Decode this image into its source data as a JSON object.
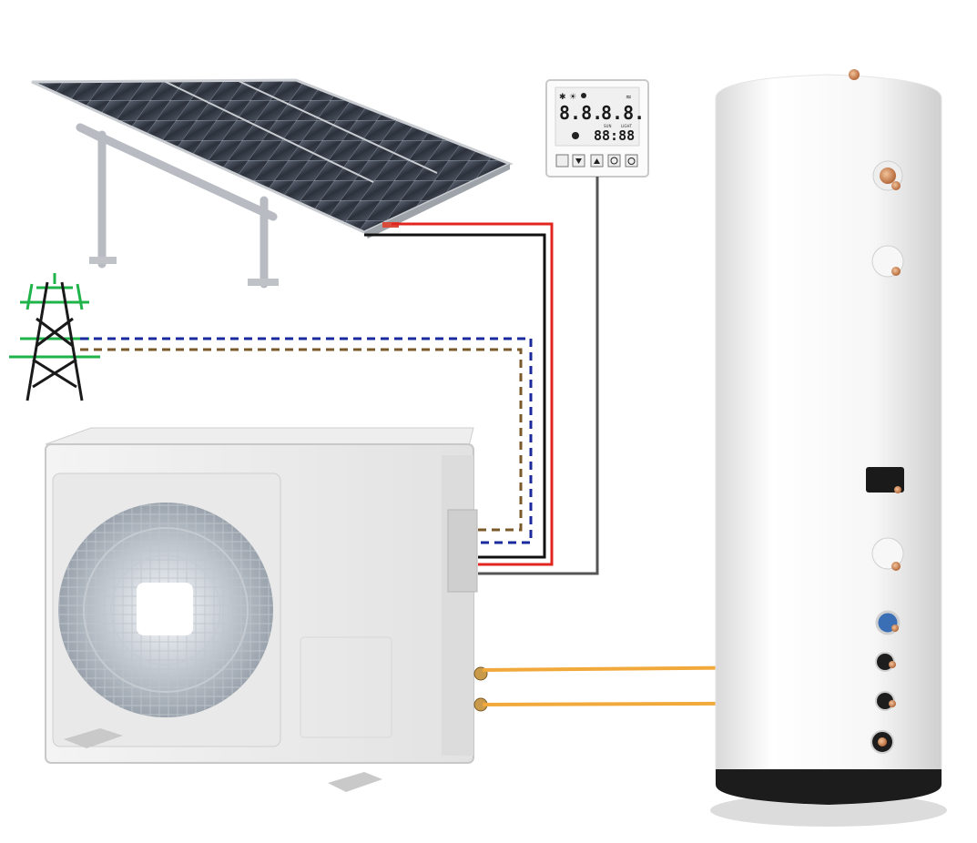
{
  "controller": {
    "display_left": "8.8.",
    "display_right": "8.8.",
    "display_bottom": "88:88",
    "label_a": "SUN",
    "label_b": "LIGHT"
  },
  "wires": {
    "solar_positive": "#e0261f",
    "solar_negative": "#111111",
    "grid_live": "#1a2a9c",
    "grid_neutral": "#7a5a2a",
    "controller": "#555555",
    "refrigerant": "#f2a93b"
  }
}
